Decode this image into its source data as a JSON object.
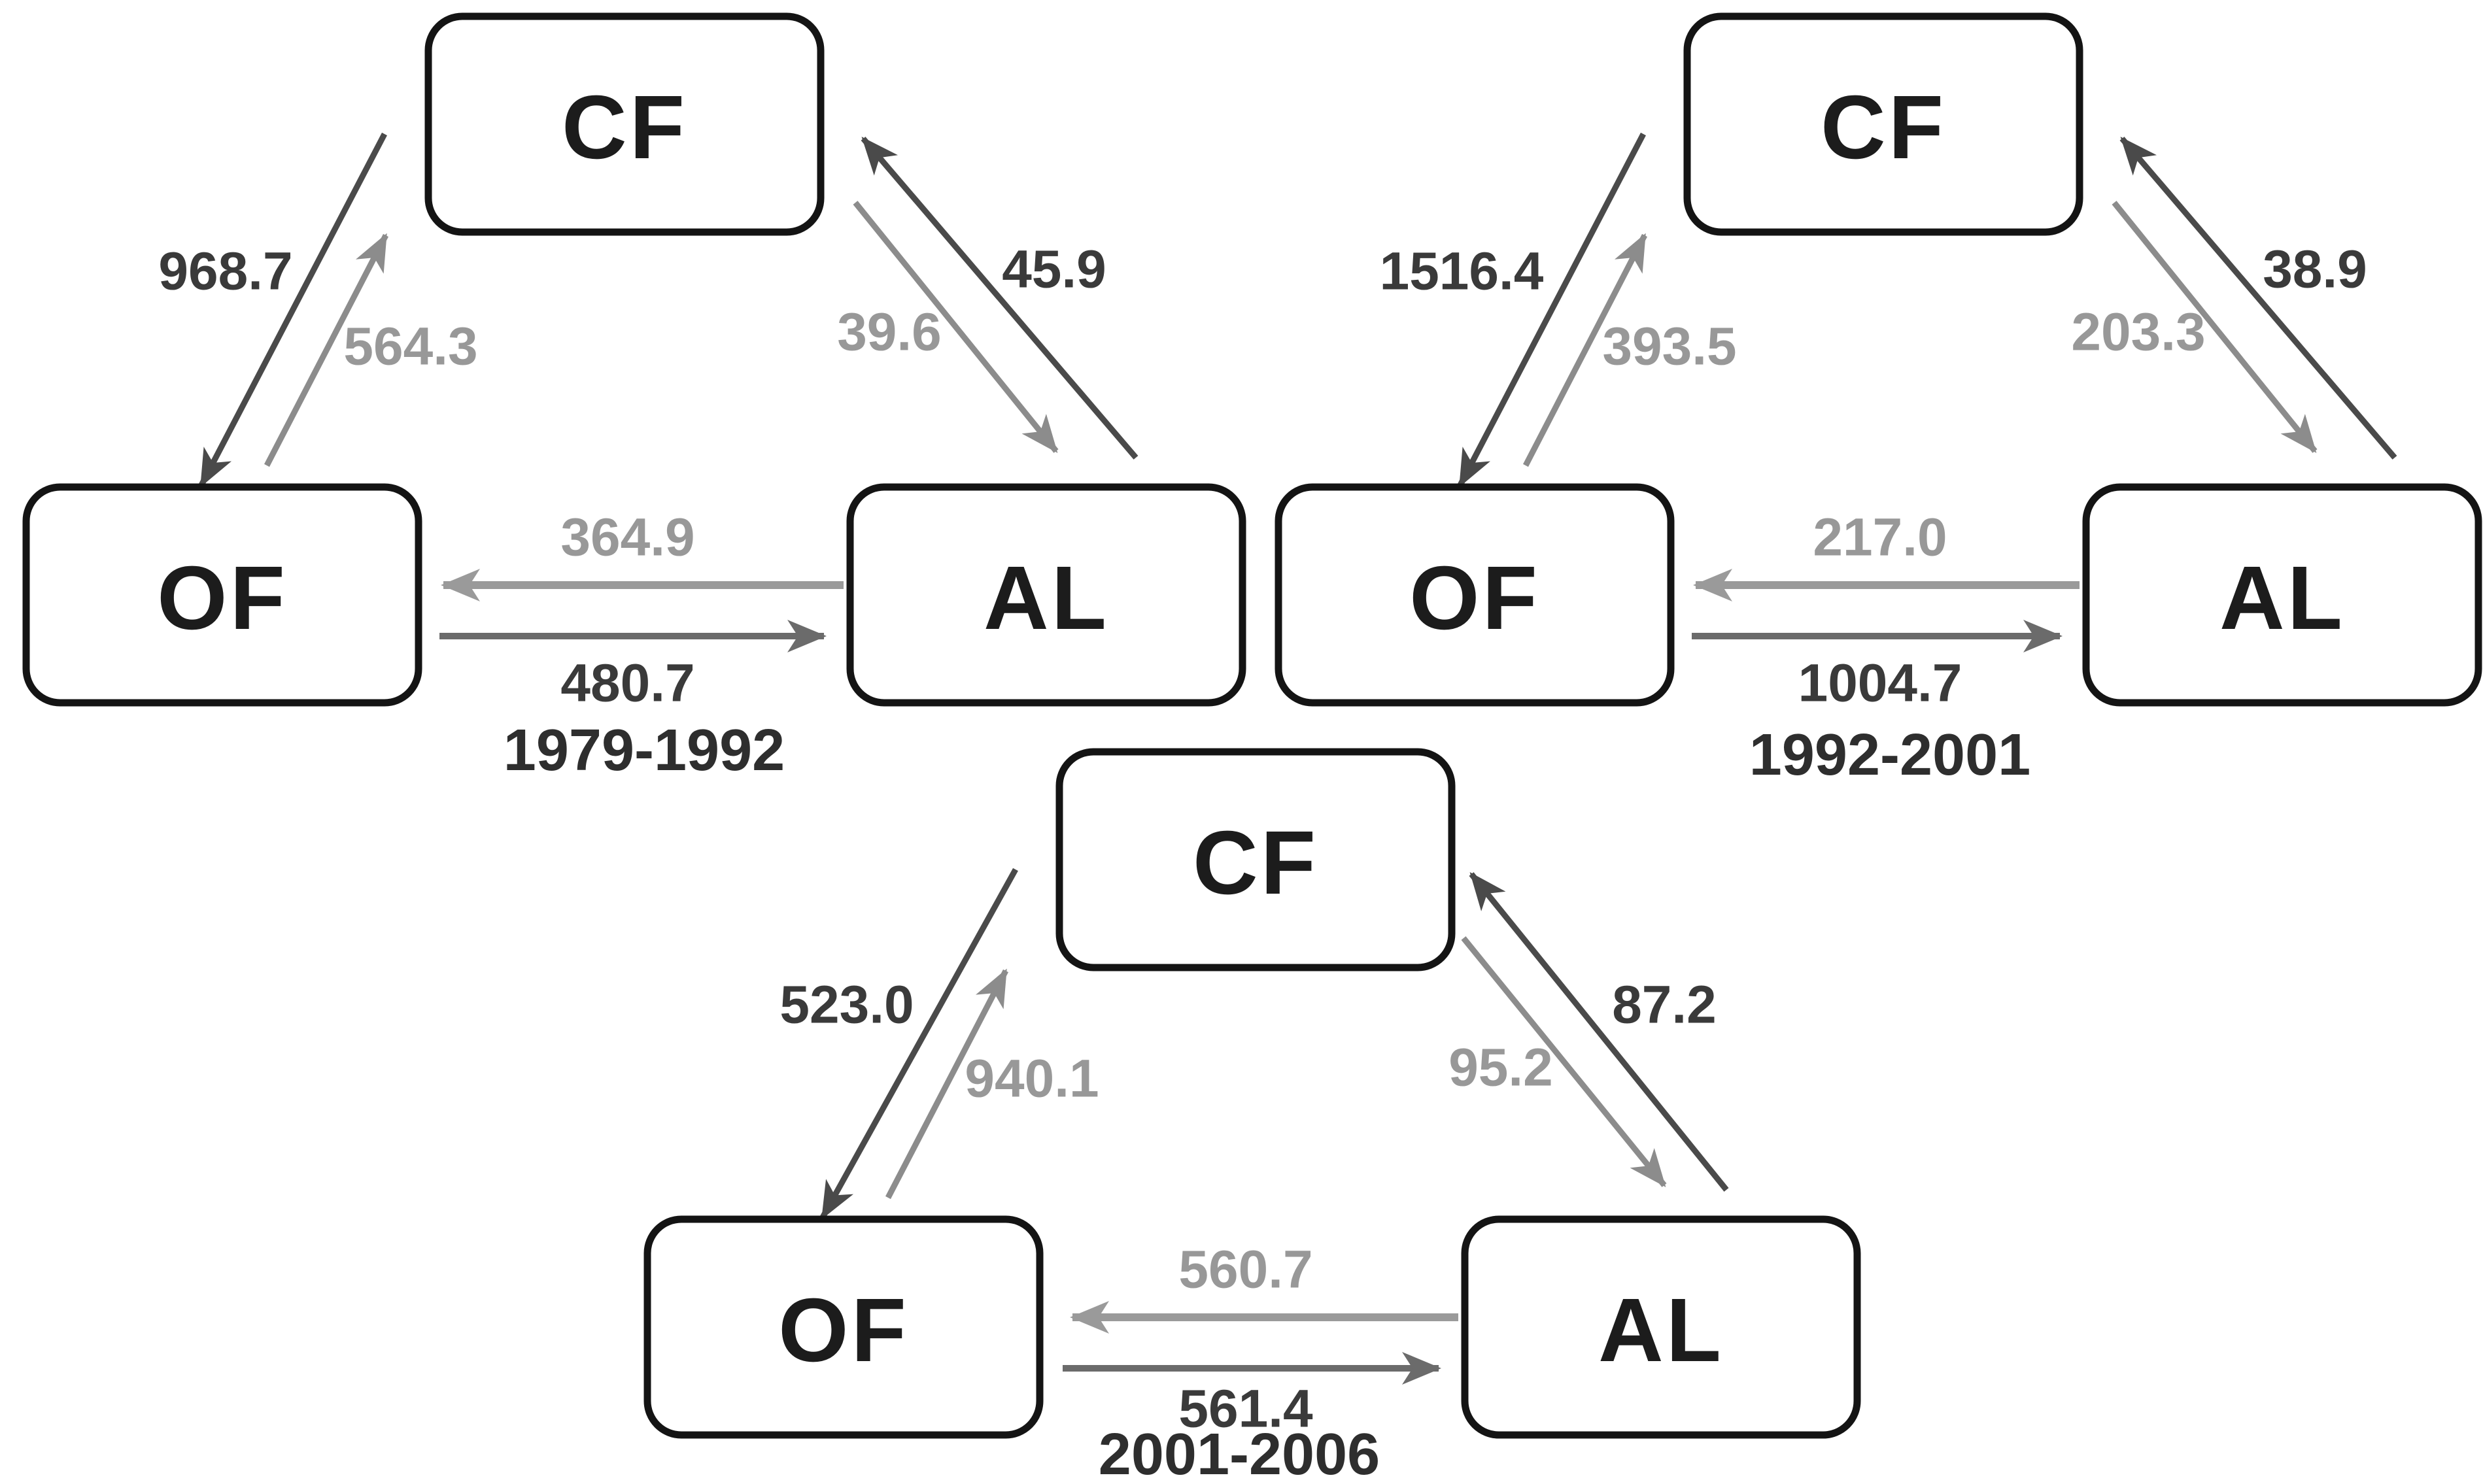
{
  "figure_type": "transition-flow-triangle-diagrams",
  "colors": {
    "dark_arrow": "#4a4a4a",
    "gray_arrow": "#8c8c8c",
    "horizontal_gray_arrow": "#9a9a9a",
    "horizontal_dark_arrow": "#6b6b6b",
    "dark_label": "#3a3a3a",
    "gray_label": "#989898",
    "box_border": "#141414",
    "box_fill": "#ffffff",
    "background": "#ffffff"
  },
  "diagrams": [
    {
      "period": "1979-1992",
      "nodes": {
        "top": "CF",
        "left": "OF",
        "right": "AL"
      },
      "flows": {
        "cf_to_of": {
          "from": "CF",
          "to": "OF",
          "value": "968.7",
          "tone": "dark"
        },
        "of_to_cf": {
          "from": "OF",
          "to": "CF",
          "value": "564.3",
          "tone": "gray"
        },
        "al_to_cf": {
          "from": "AL",
          "to": "CF",
          "value": "45.9",
          "tone": "dark"
        },
        "cf_to_al": {
          "from": "CF",
          "to": "AL",
          "value": "39.6",
          "tone": "gray"
        },
        "al_to_of": {
          "from": "AL",
          "to": "OF",
          "value": "364.9",
          "tone": "gray"
        },
        "of_to_al": {
          "from": "OF",
          "to": "AL",
          "value": "480.7",
          "tone": "dark"
        }
      }
    },
    {
      "period": "1992-2001",
      "nodes": {
        "top": "CF",
        "left": "OF",
        "right": "AL"
      },
      "flows": {
        "cf_to_of": {
          "from": "CF",
          "to": "OF",
          "value": "1516.4",
          "tone": "dark"
        },
        "of_to_cf": {
          "from": "OF",
          "to": "CF",
          "value": "393.5",
          "tone": "gray"
        },
        "al_to_cf": {
          "from": "AL",
          "to": "CF",
          "value": "38.9",
          "tone": "dark"
        },
        "cf_to_al": {
          "from": "CF",
          "to": "AL",
          "value": "203.3",
          "tone": "gray"
        },
        "al_to_of": {
          "from": "AL",
          "to": "OF",
          "value": "217.0",
          "tone": "gray"
        },
        "of_to_al": {
          "from": "OF",
          "to": "AL",
          "value": "1004.7",
          "tone": "dark"
        }
      }
    },
    {
      "period": "2001-2006",
      "nodes": {
        "top": "CF",
        "left": "OF",
        "right": "AL"
      },
      "flows": {
        "cf_to_of": {
          "from": "CF",
          "to": "OF",
          "value": "523.0",
          "tone": "dark"
        },
        "of_to_cf": {
          "from": "OF",
          "to": "CF",
          "value": "940.1",
          "tone": "gray"
        },
        "al_to_cf": {
          "from": "AL",
          "to": "CF",
          "value": "87.2",
          "tone": "dark"
        },
        "cf_to_al": {
          "from": "CF",
          "to": "AL",
          "value": "95.2",
          "tone": "gray"
        },
        "al_to_of": {
          "from": "AL",
          "to": "OF",
          "value": "560.7",
          "tone": "gray"
        },
        "of_to_al": {
          "from": "OF",
          "to": "AL",
          "value": "561.4",
          "tone": "dark"
        }
      }
    }
  ]
}
